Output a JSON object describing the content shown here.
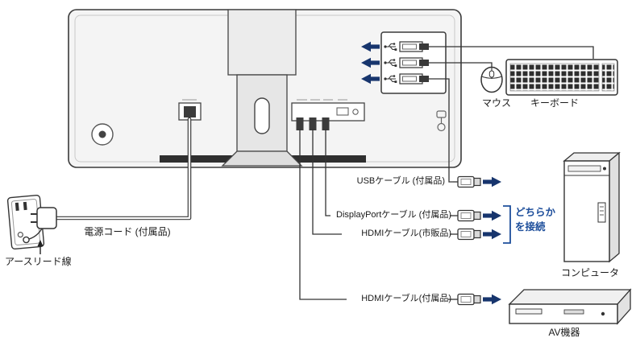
{
  "labels": {
    "mouse": "マウス",
    "keyboard": "キーボード",
    "power_cord": "電源コード (付属品)",
    "earth_lead": "アースリード線",
    "usb_cable": "USBケーブル (付属品)",
    "displayport_cable": "DisplayPortケーブル (付属品)",
    "hdmi_cable_retail": "HDMIケーブル(市販品)",
    "hdmi_cable_supplied": "HDMIケーブル(付属品)",
    "connect_either_1": "どちらか",
    "connect_either_2": "を接続",
    "computer": "コンピュータ",
    "av_device": "AV機器"
  },
  "colors": {
    "accent_blue": "#1d4e9b",
    "arrow_navy": "#17356d",
    "line_dark": "#333333"
  }
}
